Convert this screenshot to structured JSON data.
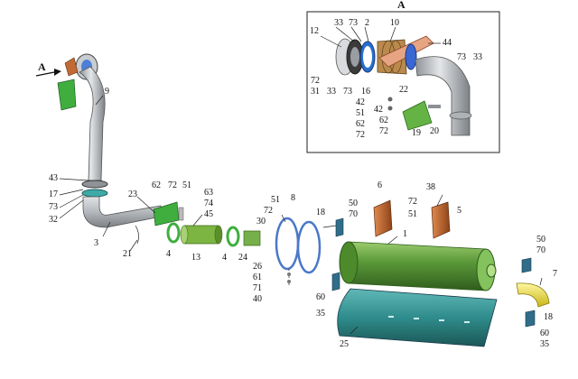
{
  "detail_view_label": "A",
  "view_marker_label": "A",
  "colors": {
    "pipe_gray": "#b8bcc2",
    "muffler_green": "#5c9a3a",
    "shield_teal": "#2f8c8c",
    "bracket_copper": "#c26a35",
    "tailpipe_yellow": "#f0e040",
    "clamp_blue": "#4a78c8",
    "accent_green": "#3fae3f"
  },
  "callouts": [
    "12",
    "33",
    "73",
    "2",
    "10",
    "44",
    "73",
    "33",
    "72",
    "31",
    "33",
    "73",
    "16",
    "22",
    "42",
    "51",
    "42",
    "62",
    "72",
    "62",
    "72",
    "19",
    "20",
    "9",
    "43",
    "17",
    "73",
    "32",
    "3",
    "21",
    "23",
    "62",
    "72",
    "51",
    "63",
    "74",
    "45",
    "4",
    "13",
    "4",
    "24",
    "51",
    "72",
    "30",
    "8",
    "26",
    "61",
    "71",
    "40",
    "18",
    "50",
    "70",
    "6",
    "38",
    "72",
    "51",
    "5",
    "1",
    "60",
    "35",
    "25",
    "50",
    "70",
    "7",
    "18",
    "60",
    "35"
  ]
}
